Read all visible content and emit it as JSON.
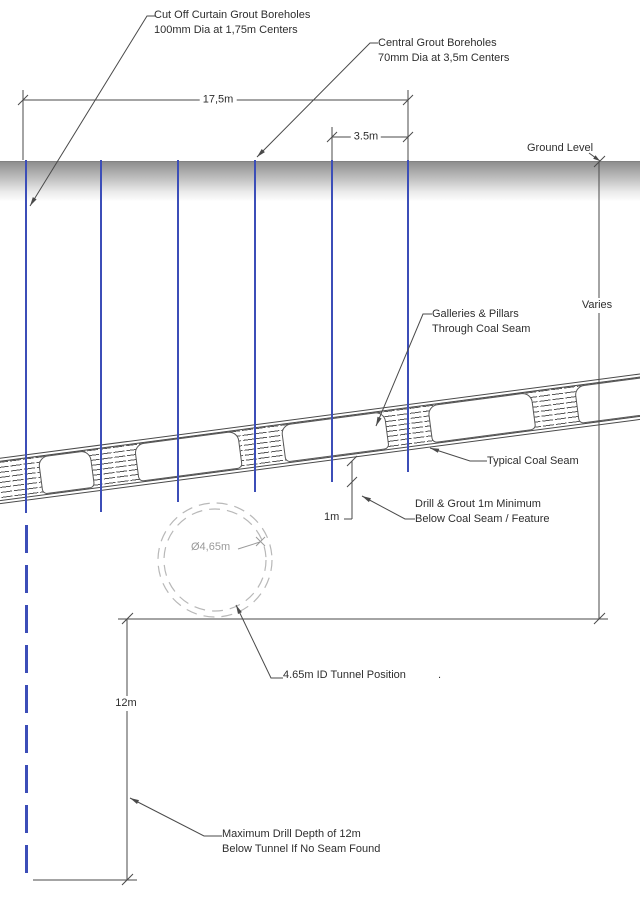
{
  "annotations": {
    "cutoff_boreholes": {
      "line1": "Cut Off Curtain Grout Boreholes",
      "line2": "100mm Dia at 1,75m Centers"
    },
    "central_boreholes": {
      "line1": "Central Grout Boreholes",
      "line2": "70mm Dia at 3,5m Centers"
    },
    "ground_level": "Ground Level",
    "varies": "Varies",
    "galleries": {
      "line1": "Galleries & Pillars",
      "line2": "Through Coal Seam"
    },
    "typical_coal_seam": "Typical Coal Seam",
    "drill_grout": {
      "line1": "Drill & Grout 1m Minimum",
      "line2": "Below Coal Seam / Feature"
    },
    "tunnel_diameter": "Ø4,65m",
    "tunnel_position": "4.65m ID Tunnel Position",
    "max_drill_depth": {
      "line1": "Maximum Drill Depth of 12m",
      "line2": "Below Tunnel If No Seam Found"
    },
    "stray_dot": "."
  },
  "dimensions": {
    "curtain_extent": "17,5m",
    "central_spacing": "3.5m",
    "min_below_seam": "1m",
    "max_depth_below_tunnel": "12m"
  },
  "colors": {
    "borehole_blue": "#3c4eb8",
    "drawing_line": "#4a4a4a",
    "label_text": "#2e2e2e",
    "tunnel_dash_gray": "#b8b8b8",
    "dia_label_gray": "#9a9a9a",
    "ground_gradient_top": "#8f8f8f"
  }
}
